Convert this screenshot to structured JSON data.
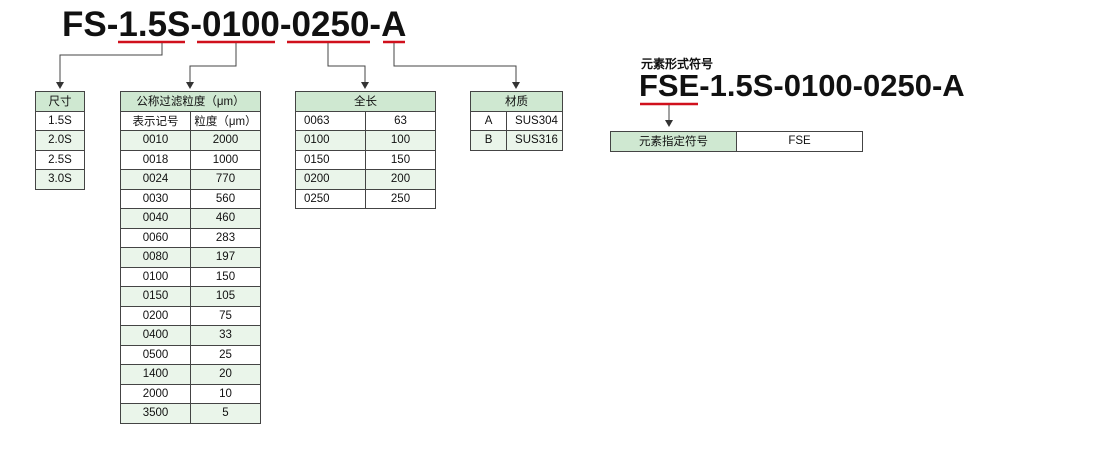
{
  "main_code": "FS-1.5S-0100-0250-A",
  "size_table": {
    "header": "尺寸",
    "rows": [
      "1.5S",
      "2.0S",
      "2.5S",
      "3.0S"
    ]
  },
  "grain_table": {
    "header": "公称过滤粒度（μm）",
    "sub_headers": [
      "表示记号",
      "粒度（μm）"
    ],
    "rows": [
      [
        "0010",
        "2000"
      ],
      [
        "0018",
        "1000"
      ],
      [
        "0024",
        "770"
      ],
      [
        "0030",
        "560"
      ],
      [
        "0040",
        "460"
      ],
      [
        "0060",
        "283"
      ],
      [
        "0080",
        "197"
      ],
      [
        "0100",
        "150"
      ],
      [
        "0150",
        "105"
      ],
      [
        "0200",
        "75"
      ],
      [
        "0400",
        "33"
      ],
      [
        "0500",
        "25"
      ],
      [
        "1400",
        "20"
      ],
      [
        "2000",
        "10"
      ],
      [
        "3500",
        "5"
      ]
    ]
  },
  "length_table": {
    "header": "全长",
    "rows": [
      [
        "0063",
        "63"
      ],
      [
        "0100",
        "100"
      ],
      [
        "0150",
        "150"
      ],
      [
        "0200",
        "200"
      ],
      [
        "0250",
        "250"
      ]
    ]
  },
  "material_table": {
    "header": "材质",
    "rows": [
      [
        "A",
        "SUS304"
      ],
      [
        "B",
        "SUS316"
      ]
    ]
  },
  "element": {
    "label": "元素形式符号",
    "code": "FSE-1.5S-0100-0250-A",
    "table_header": "元素指定符号",
    "table_value": "FSE"
  },
  "colors": {
    "underline": "#d0101c",
    "header_bg": "#cfe8d1",
    "row_alt": "#eaf5ea"
  }
}
